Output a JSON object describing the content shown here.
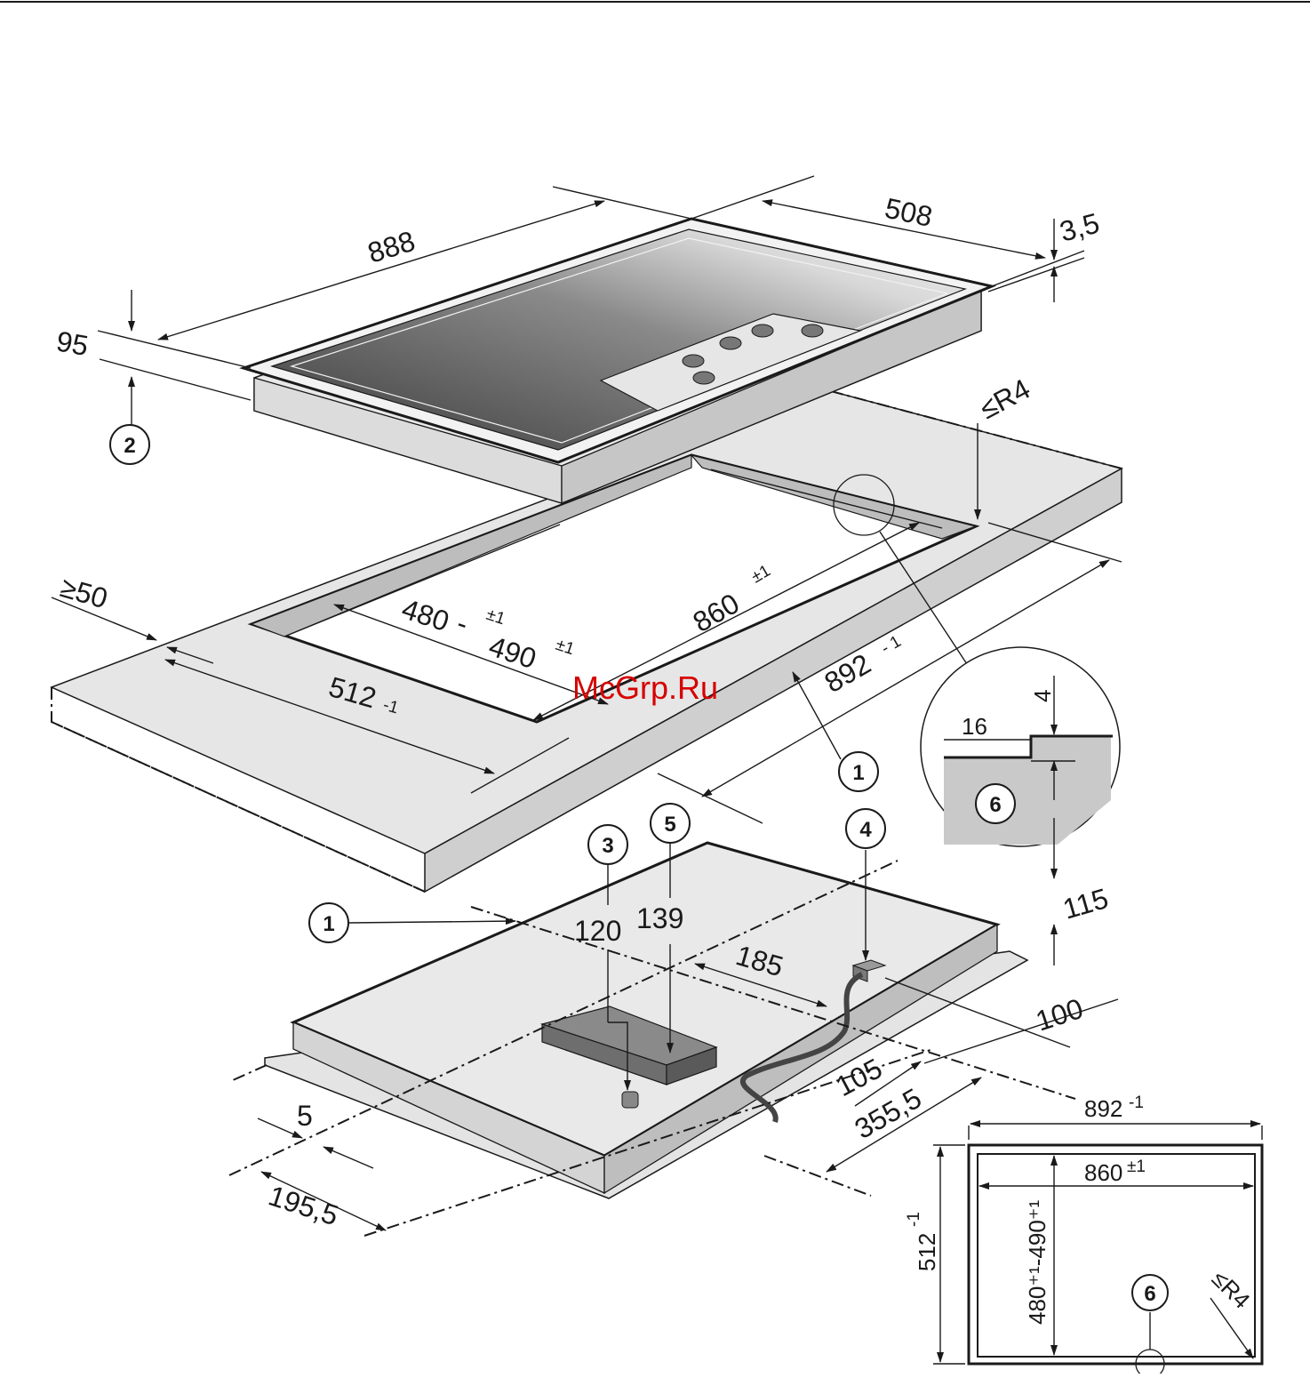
{
  "watermark": "McGrp.Ru",
  "callouts": [
    "1",
    "2",
    "3",
    "4",
    "5",
    "6"
  ],
  "dimensions": {
    "hob_length": "888",
    "hob_depth": "508",
    "hob_thickness": "3,5",
    "hob_height": "95",
    "corner_radius": "≤R4",
    "min_edge": "≥50",
    "cutout_depth_main": "480",
    "cutout_depth_tol1": "±1",
    "cutout_depth_sep": " - ",
    "cutout_depth_max": "490",
    "cutout_depth_tol2": "±1",
    "cutout_length": "860",
    "cutout_length_tol": "±1",
    "rebate_depth": "512",
    "rebate_depth_tol": "-1",
    "rebate_length": "892",
    "rebate_length_tol": "- 1",
    "detail_width": "16",
    "detail_height": "4",
    "clearance_below": "115",
    "pos_120": "120",
    "pos_139": "139",
    "pos_185": "185",
    "pos_100": "100",
    "pos_105": "105",
    "pos_355": "355,5",
    "pos_5": "5",
    "pos_195": "195,5"
  },
  "plan_view": {
    "width_main": "892",
    "width_tol": "-1",
    "inner_main": "860",
    "inner_tol": "±1",
    "height_main": "512",
    "height_tol": "-1",
    "vertical_label": "480⁺¹-490⁺¹",
    "radius": "≤R4"
  },
  "colors": {
    "line": "#1a1a1a",
    "panel_light": "#e6e6e6",
    "panel_mid": "#d3d3d3",
    "panel_dark": "#9a9a9a",
    "glass_dark": "#3f3f3f",
    "watermark": "#d60000"
  }
}
